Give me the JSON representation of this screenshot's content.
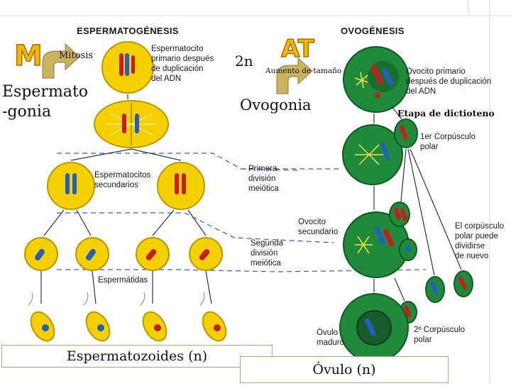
{
  "sperm": {
    "title": "ESPERMATOGÉNESIS",
    "badge": "M",
    "mitosis": "Mitosis",
    "spermatogonia": "Espermato\n-gonia",
    "primary": "Espermatocito\nprimario después\nde duplicación\ndel ADN",
    "secondary": "Espermatocitos\nsecundarios",
    "spermatids": "Espermátidas",
    "spermatozoa": "Espermatozoides (n)"
  },
  "ovo": {
    "title": "OVOGÉNESIS",
    "badge": "AT",
    "ploidy": "2n",
    "growth": "Aumento de tamaño",
    "oogonia": "Ovogonia",
    "primary": "Ovocito primario\ndespués de duplicación\ndel ADN",
    "dictyotene": "Etapa de dictioteno",
    "polar1": "1er Corpúsculo\npolar",
    "secondary": "Ovocito\nsecundario",
    "polar_divide": "El corpúsculo\npolar puede\ndividirse\nde nuevo",
    "polar2": "2º Corpúsculo\npolar",
    "ovum_mature": "Óvulo\nmaduro",
    "ovum": "Óvulo (n)"
  },
  "middle": {
    "meiosis1": "Primera\ndivisión\nmeiótica",
    "meiosis2": "Segunda\ndivisión\nmeiótica"
  },
  "colors": {
    "yellow": "#f4d000",
    "green": "#1f8a3a",
    "red": "#c81d1d",
    "blue": "#2060c0",
    "dash": "#3a5fb0",
    "badge": "#e8b400",
    "orange": "#f08c1a"
  }
}
